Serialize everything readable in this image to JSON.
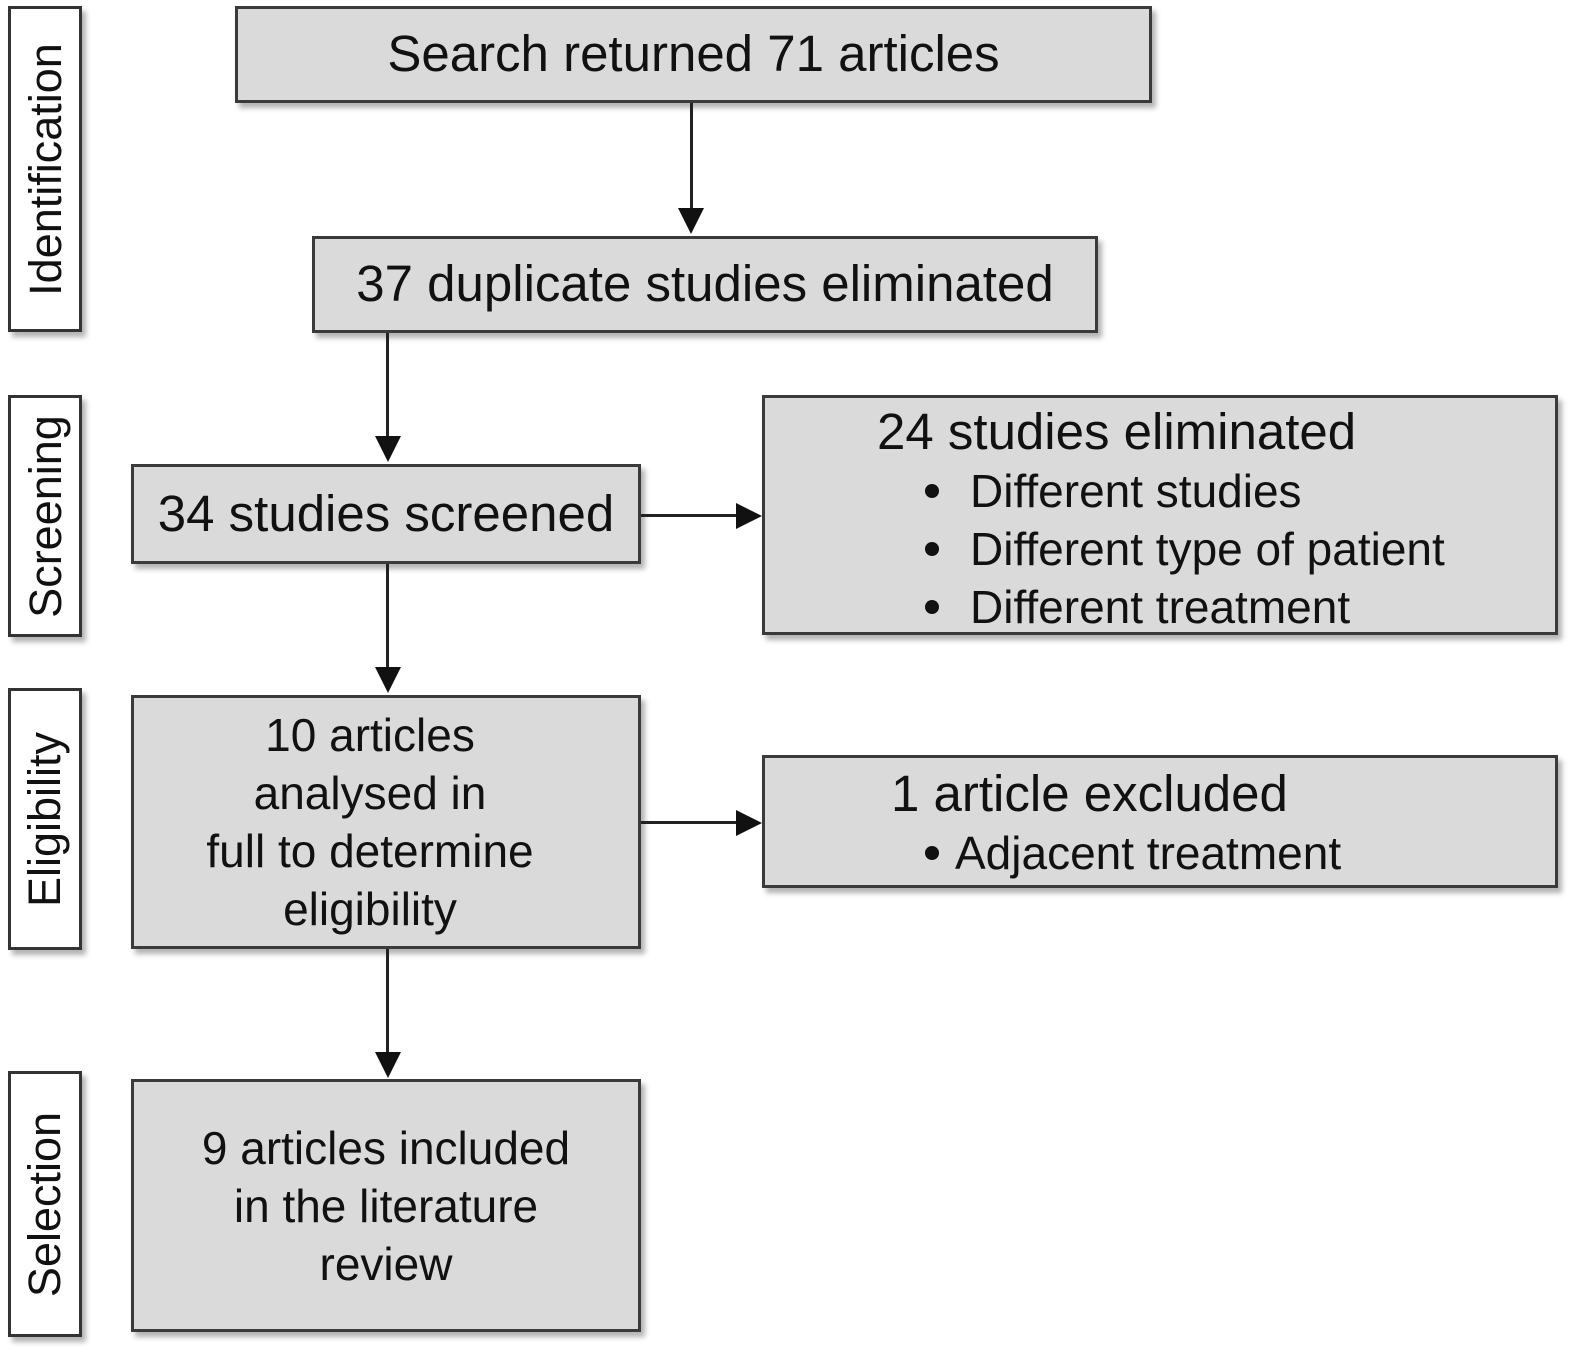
{
  "stages": {
    "identification": "Identification",
    "screening": "Screening",
    "eligibility": "Eligibility",
    "selection": "Selection"
  },
  "boxes": {
    "search": "Search returned 71 articles",
    "duplicates": "37 duplicate studies eliminated",
    "screened": "34 studies screened",
    "eliminated": {
      "title": "24 studies eliminated",
      "items": [
        "Different studies",
        "Different type of patient",
        "Different treatment"
      ]
    },
    "full_text": {
      "lines": [
        "10 articles",
        "analysed in",
        "full to determine",
        "eligibility"
      ]
    },
    "excluded": {
      "title": "1 article excluded",
      "items": [
        "Adjacent treatment"
      ]
    },
    "included": {
      "lines": [
        "9 articles included",
        "in the literature",
        "review"
      ]
    }
  }
}
